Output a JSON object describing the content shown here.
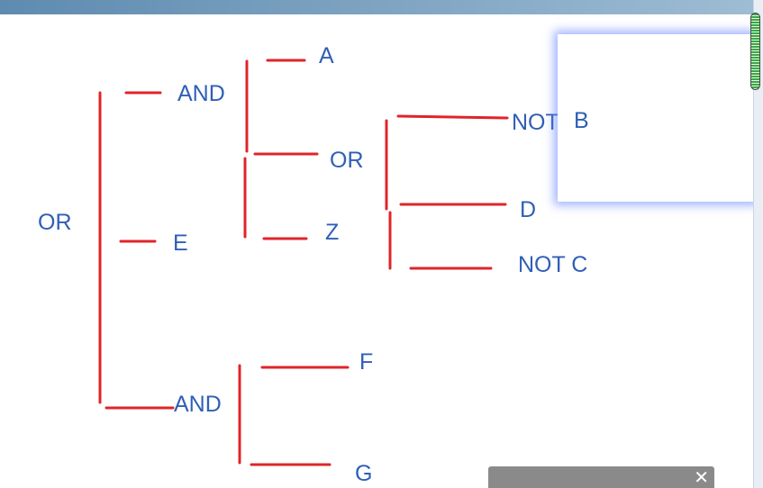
{
  "nodes": {
    "root_or": "OR",
    "and_top": "AND",
    "a": "A",
    "or_mid": "OR",
    "not_b_prefix": "NOT",
    "b": "B",
    "d": "D",
    "not_c": "NOT C",
    "z": "Z",
    "e": "E",
    "f": "F",
    "and_bottom": "AND",
    "g": "G"
  },
  "colors": {
    "line": "#e0242a",
    "label": "#2f5fb6",
    "overlay_glow": "#6e8cff",
    "bottom_panel": "#8a8a8a"
  },
  "bottom_panel": {
    "close_icon": "close-icon"
  }
}
